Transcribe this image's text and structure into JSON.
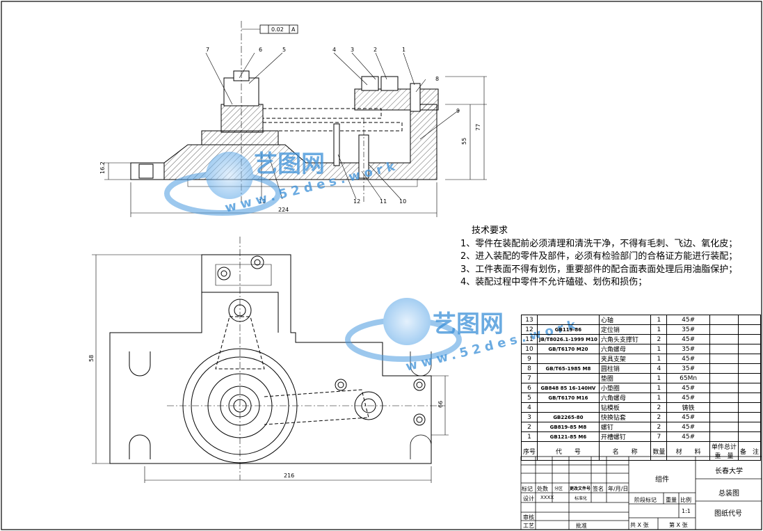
{
  "tech_requirements": {
    "title": "技术要求",
    "items": [
      "1、零件在装配前必须清理和清洗干净，不得有毛刺、飞边、氧化皮；",
      "2、进入装配的零件及部件，必须有检验部门的合格证方能进行装配；",
      "3、工件表面不得有划伤，重要部件的配合面表面处理后用油脂保护；",
      "4、装配过程中零件不允许磕碰、划伤和损伤；"
    ]
  },
  "bom": {
    "rows": [
      {
        "no": "13",
        "code": "",
        "name": "心轴",
        "qty": "1",
        "material": "45#"
      },
      {
        "no": "12",
        "code": "GB119-86",
        "name": "定位销",
        "qty": "1",
        "material": "35#"
      },
      {
        "no": "11",
        "code": "JB/T8026.1-1999 M10",
        "name": "六角头支撑钉",
        "qty": "2",
        "material": "45#"
      },
      {
        "no": "10",
        "code": "GB/T6170 M20",
        "name": "六角螺母",
        "qty": "1",
        "material": "35#"
      },
      {
        "no": "9",
        "code": "",
        "name": "夹具支架",
        "qty": "1",
        "material": "45#"
      },
      {
        "no": "8",
        "code": "GB/T65-1985 M8",
        "name": "圆柱销",
        "qty": "4",
        "material": "35#"
      },
      {
        "no": "7",
        "code": "",
        "name": "垫圈",
        "qty": "1",
        "material": "65Mn"
      },
      {
        "no": "6",
        "code": "GB848 85 16-140HV",
        "name": "小垫圈",
        "qty": "1",
        "material": "45#"
      },
      {
        "no": "5",
        "code": "GB/T6170 M16",
        "name": "六角螺母",
        "qty": "1",
        "material": "45#"
      },
      {
        "no": "4",
        "code": "",
        "name": "钻模板",
        "qty": "2",
        "material": "铸铁"
      },
      {
        "no": "3",
        "code": "GB2265-80",
        "name": "快换钻套",
        "qty": "2",
        "material": "45#"
      },
      {
        "no": "2",
        "code": "GB819-85 M8",
        "name": "螺钉",
        "qty": "2",
        "material": "45#"
      },
      {
        "no": "1",
        "code": "GB121-85 M6",
        "name": "开槽螺钉",
        "qty": "7",
        "material": "45#"
      }
    ],
    "headers": {
      "no": "序号",
      "code": "代　　号",
      "name": "名　　称",
      "qty": "数量",
      "material": "材　　料",
      "single": "单件",
      "total": "总计",
      "weight": "重　量",
      "remark": "备　注"
    }
  },
  "title_block": {
    "university": "长春大学",
    "group": "组件",
    "drawing_name": "总装图",
    "drawing_code": "图纸代号",
    "scale": "1:1",
    "marks": "标记",
    "count": "处数",
    "zone": "分区",
    "file_no": "更改文件号",
    "signature": "签名",
    "date": "年/月/日",
    "design": "设计",
    "designer": "XXXX",
    "standard": "标准化",
    "stage": "阶段标记",
    "weight": "重量",
    "ratio": "比例",
    "review": "审核",
    "process": "工艺",
    "approve": "批准",
    "total_sheets": "共 X 张",
    "sheet": "第 X 张"
  },
  "dimensions": {
    "d224": "224",
    "d77": "77",
    "d55": "55",
    "d162": "16.2",
    "d58": "58",
    "d66": "66",
    "d216": "216",
    "tol": "0.02",
    "datum": "A"
  },
  "balloons": [
    "1",
    "2",
    "3",
    "4",
    "5",
    "6",
    "7",
    "8",
    "9",
    "10",
    "11",
    "12",
    "13"
  ],
  "watermark": {
    "brand": "艺图网",
    "url": "www.52des.work"
  }
}
